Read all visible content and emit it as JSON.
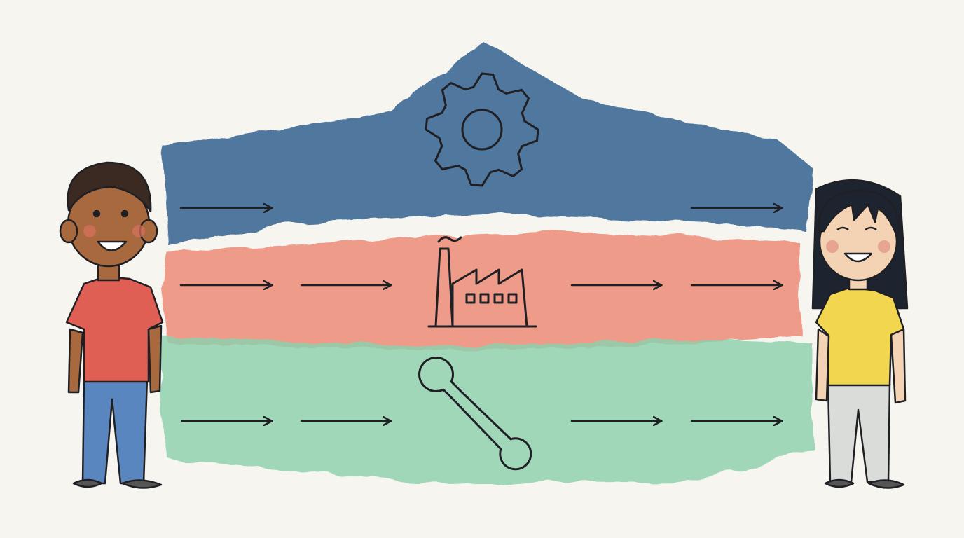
{
  "colors": {
    "background": "#f7f5ef",
    "top_band": "#3f6a93",
    "middle_band": "#ec8b78",
    "bottom_band": "#8fd1ae",
    "ink": "#1f1f24",
    "left_person_shirt": "#df5f55",
    "left_person_pants": "#5a86c0",
    "right_person_shirt": "#f2d650",
    "right_person_pants": "#d9dcd8"
  },
  "bands": [
    {
      "icon": "gear-icon",
      "arrows_per_side": 1
    },
    {
      "icon": "factory-icon",
      "arrows_per_side": 2
    },
    {
      "icon": "wrench-icon",
      "arrows_per_side": 2
    }
  ],
  "people": [
    {
      "side": "left",
      "role": "sender"
    },
    {
      "side": "right",
      "role": "receiver"
    }
  ]
}
